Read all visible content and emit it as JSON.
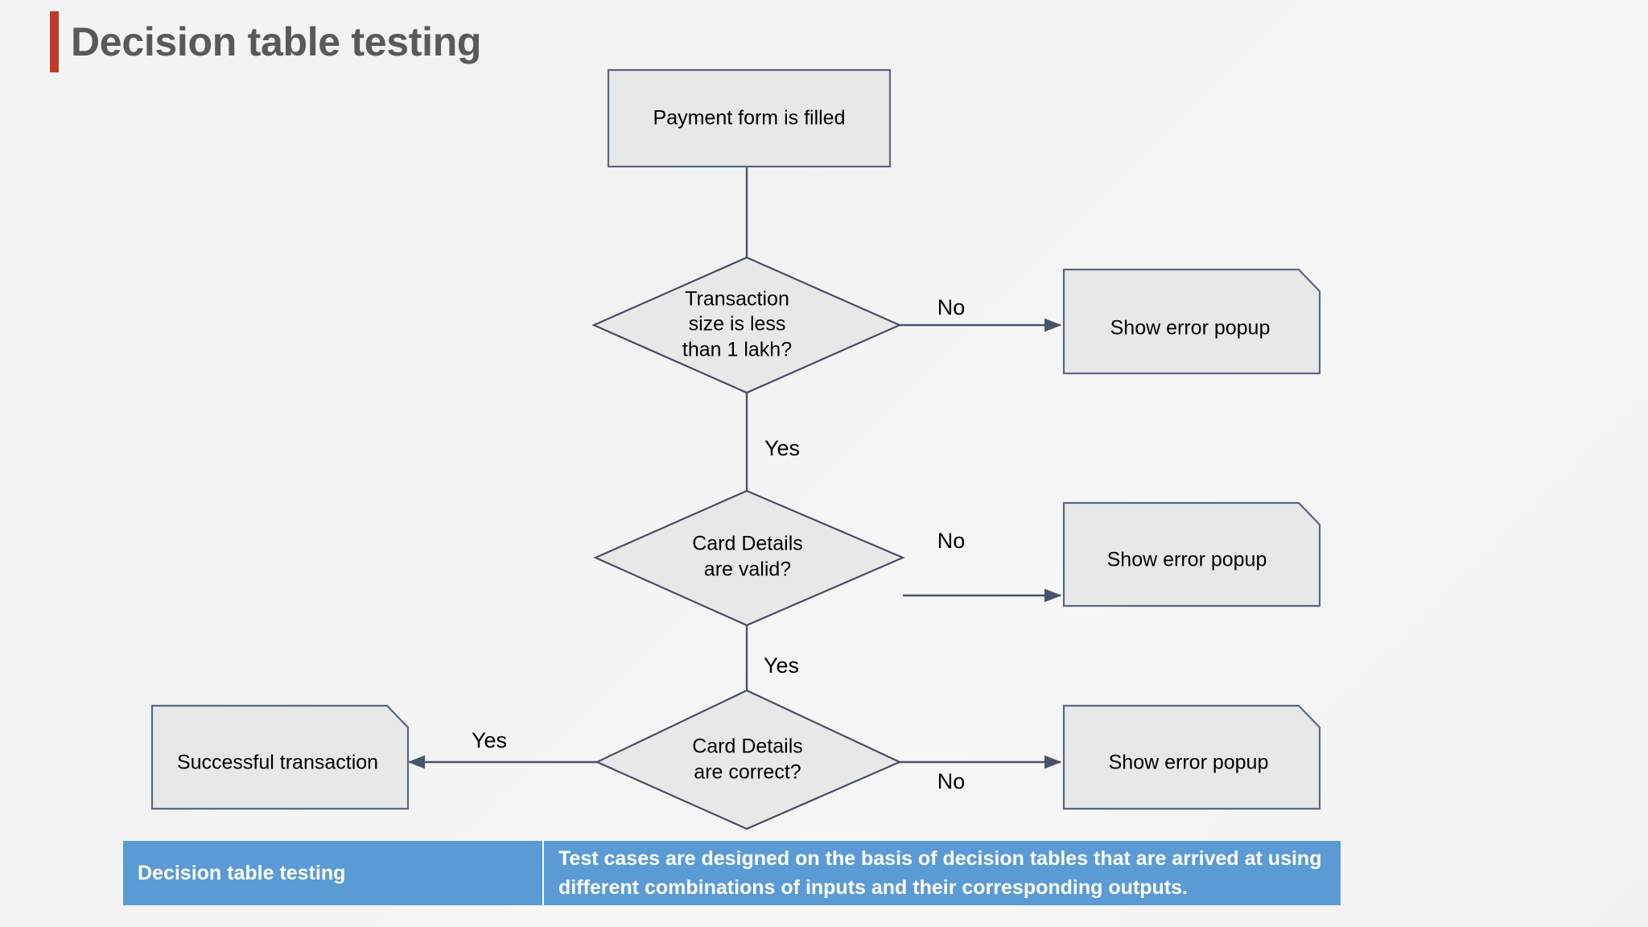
{
  "slide": {
    "title": "Decision table testing",
    "accent_color": "#c0392b",
    "title_color": "#595959",
    "background_color": "#f2f2f2"
  },
  "flowchart": {
    "shape_fill": "#e8e8e8",
    "shape_stroke": "#5a6782",
    "connector_color": "#48546b",
    "nodes": {
      "start": {
        "label": "Payment form is filled",
        "type": "process"
      },
      "decision1": {
        "label_line1": "Transaction",
        "label_line2": "size is less",
        "label_line3": "than 1 lakh?",
        "type": "decision"
      },
      "error1": {
        "label": "Show error popup",
        "type": "display"
      },
      "decision2": {
        "label_line1": "Card Details",
        "label_line2": "are valid?",
        "type": "decision"
      },
      "error2": {
        "label": "Show error popup",
        "type": "display"
      },
      "decision3": {
        "label_line1": "Card Details",
        "label_line2": "are correct?",
        "type": "decision"
      },
      "error3": {
        "label": "Show error popup",
        "type": "display"
      },
      "success": {
        "label": "Successful transaction",
        "type": "display"
      }
    },
    "edges": {
      "d1_no": "No",
      "d1_yes": "Yes",
      "d2_no": "No",
      "d2_yes": "Yes",
      "d3_yes": "Yes",
      "d3_no": "No"
    }
  },
  "banner": {
    "background_color": "#5b9bd5",
    "text_color": "#ffffff",
    "term": "Decision table testing",
    "description": "Test cases are designed on the basis of decision tables that are arrived at using different combinations of inputs and their corresponding outputs."
  }
}
